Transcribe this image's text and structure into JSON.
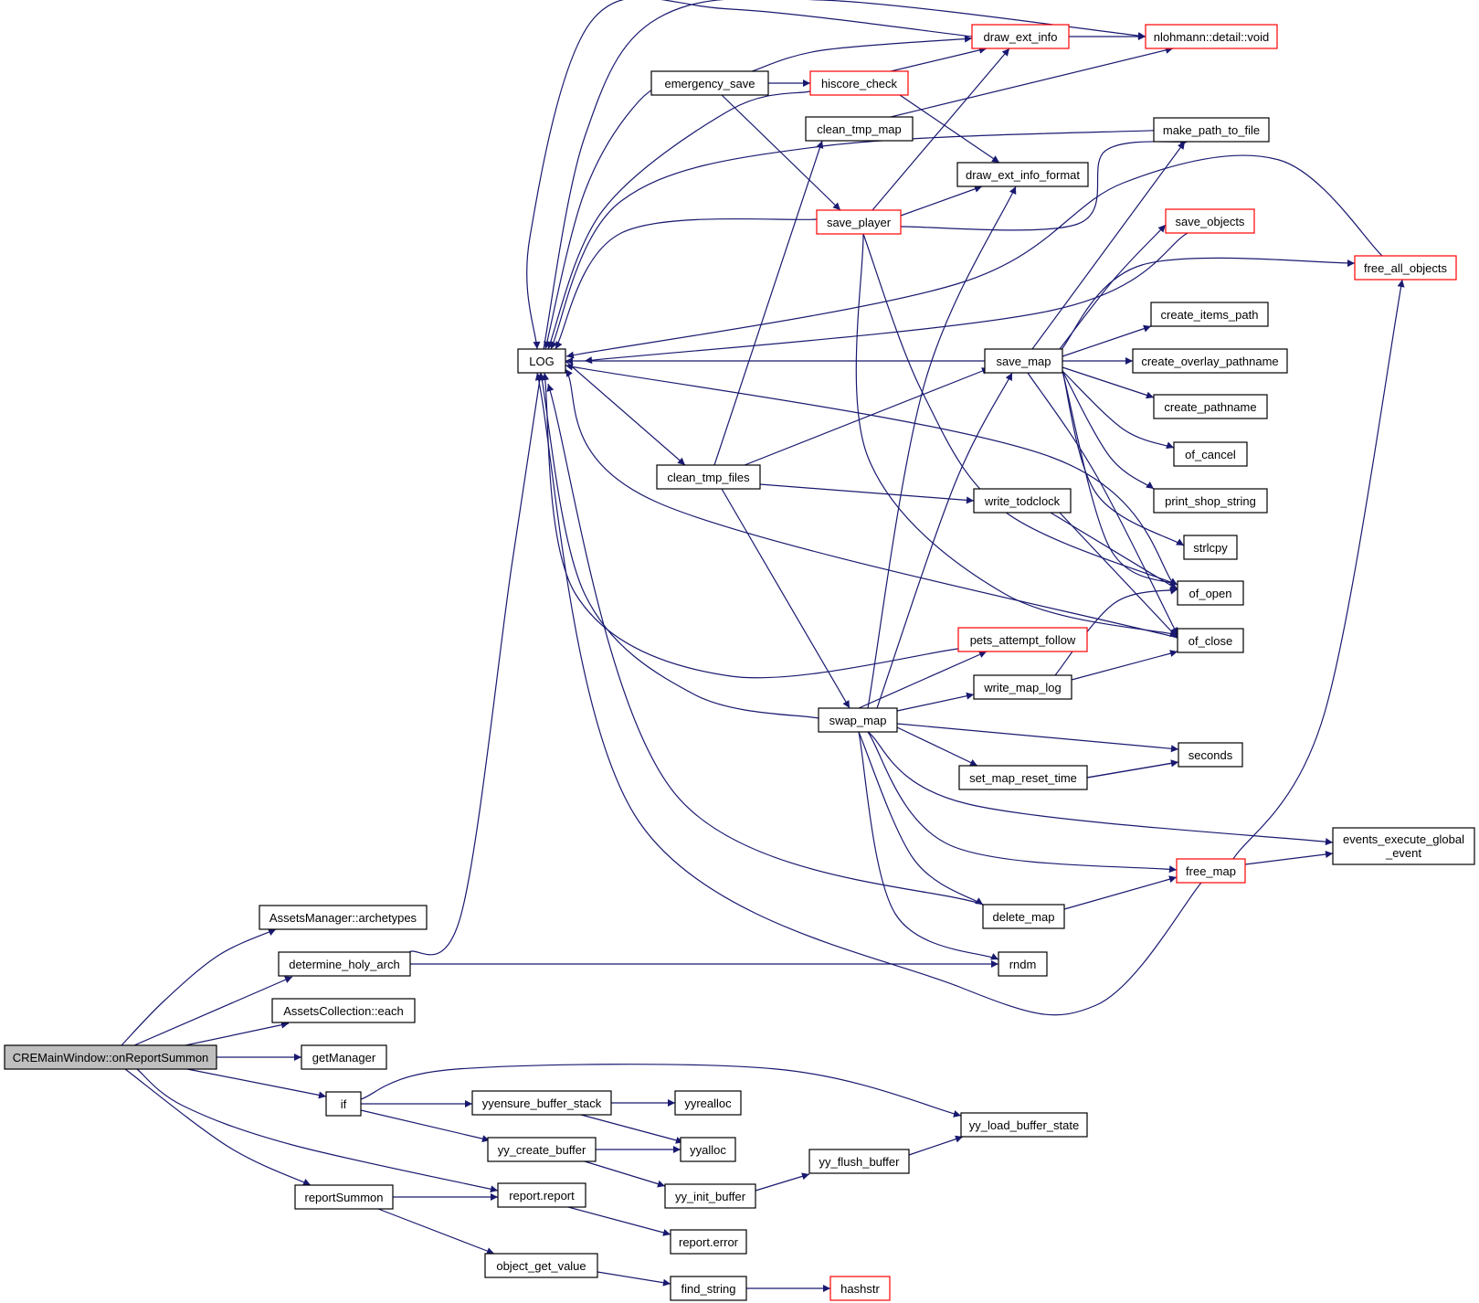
{
  "colors": {
    "edge": "#191970",
    "node_border": "#000000",
    "truncated_border": "#ff0000",
    "root_fill": "#bfbfbf",
    "fill": "#ffffff"
  },
  "graph": {
    "root": "CREMainWindow::onReportSummon",
    "nodes": [
      {
        "id": "root",
        "label": "CREMainWindow::onReportSummon",
        "style": "root"
      },
      {
        "id": "archetypes",
        "label": "AssetsManager::archetypes",
        "style": "normal"
      },
      {
        "id": "holy",
        "label": "determine_holy_arch",
        "style": "normal"
      },
      {
        "id": "each",
        "label": "AssetsCollection::each",
        "style": "normal"
      },
      {
        "id": "getManager",
        "label": "getManager",
        "style": "normal"
      },
      {
        "id": "if",
        "label": "if",
        "style": "normal"
      },
      {
        "id": "reportSummon",
        "label": "reportSummon",
        "style": "normal"
      },
      {
        "id": "LOG",
        "label": "LOG",
        "style": "normal"
      },
      {
        "id": "emergency",
        "label": "emergency_save",
        "style": "normal"
      },
      {
        "id": "hiscore",
        "label": "hiscore_check",
        "style": "truncated"
      },
      {
        "id": "draw_ext_info",
        "label": "draw_ext_info",
        "style": "truncated"
      },
      {
        "id": "nlohmann",
        "label": "nlohmann::detail::void",
        "style": "truncated"
      },
      {
        "id": "clean_tmp_map",
        "label": "clean_tmp_map",
        "style": "normal"
      },
      {
        "id": "make_path",
        "label": "make_path_to_file",
        "style": "normal"
      },
      {
        "id": "def",
        "label": "draw_ext_info_format",
        "style": "normal"
      },
      {
        "id": "save_player",
        "label": "save_player",
        "style": "truncated"
      },
      {
        "id": "save_objects",
        "label": "save_objects",
        "style": "truncated"
      },
      {
        "id": "free_all",
        "label": "free_all_objects",
        "style": "truncated"
      },
      {
        "id": "cip",
        "label": "create_items_path",
        "style": "normal"
      },
      {
        "id": "save_map",
        "label": "save_map",
        "style": "normal"
      },
      {
        "id": "cop",
        "label": "create_overlay_pathname",
        "style": "normal"
      },
      {
        "id": "cpn",
        "label": "create_pathname",
        "style": "normal"
      },
      {
        "id": "of_cancel",
        "label": "of_cancel",
        "style": "normal"
      },
      {
        "id": "pss",
        "label": "print_shop_string",
        "style": "normal"
      },
      {
        "id": "strlcpy",
        "label": "strlcpy",
        "style": "normal"
      },
      {
        "id": "of_open",
        "label": "of_open",
        "style": "normal"
      },
      {
        "id": "of_close",
        "label": "of_close",
        "style": "normal"
      },
      {
        "id": "clean_tmp_files",
        "label": "clean_tmp_files",
        "style": "normal"
      },
      {
        "id": "write_todclock",
        "label": "write_todclock",
        "style": "normal"
      },
      {
        "id": "pets",
        "label": "pets_attempt_follow",
        "style": "truncated"
      },
      {
        "id": "wml",
        "label": "write_map_log",
        "style": "normal"
      },
      {
        "id": "swap_map",
        "label": "swap_map",
        "style": "normal"
      },
      {
        "id": "seconds",
        "label": "seconds",
        "style": "normal"
      },
      {
        "id": "smrt",
        "label": "set_map_reset_time",
        "style": "normal"
      },
      {
        "id": "eeg",
        "label": "events_execute_global",
        "label2": "_event",
        "style": "normal"
      },
      {
        "id": "free_map",
        "label": "free_map",
        "style": "truncated"
      },
      {
        "id": "delete_map",
        "label": "delete_map",
        "style": "normal"
      },
      {
        "id": "rndm",
        "label": "rndm",
        "style": "normal"
      },
      {
        "id": "ylbs",
        "label": "yy_load_buffer_state",
        "style": "normal"
      },
      {
        "id": "yebs",
        "label": "yyensure_buffer_stack",
        "style": "normal"
      },
      {
        "id": "yyrealloc",
        "label": "yyrealloc",
        "style": "normal"
      },
      {
        "id": "ycb",
        "label": "yy_create_buffer",
        "style": "normal"
      },
      {
        "id": "yyalloc",
        "label": "yyalloc",
        "style": "normal"
      },
      {
        "id": "yfb",
        "label": "yy_flush_buffer",
        "style": "normal"
      },
      {
        "id": "yib",
        "label": "yy_init_buffer",
        "style": "normal"
      },
      {
        "id": "report",
        "label": "report.report",
        "style": "normal"
      },
      {
        "id": "error",
        "label": "report.error",
        "style": "normal"
      },
      {
        "id": "ogv",
        "label": "object_get_value",
        "style": "normal"
      },
      {
        "id": "find_string",
        "label": "find_string",
        "style": "normal"
      },
      {
        "id": "hashstr",
        "label": "hashstr",
        "style": "truncated"
      }
    ]
  }
}
